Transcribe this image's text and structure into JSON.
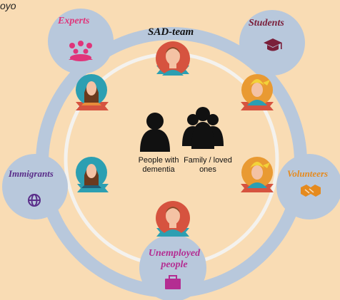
{
  "header": {
    "fragment": "oyo"
  },
  "team": {
    "title": "SAD-team"
  },
  "nodes": {
    "experts": {
      "label": "Experts",
      "icon": "people-group-icon",
      "color": "#e0357a"
    },
    "students": {
      "label": "Students",
      "icon": "graduation-cap-icon",
      "color": "#7a1f3a"
    },
    "immigrants": {
      "label": "Immigrants",
      "icon": "globe-icon",
      "color": "#5a2e8a"
    },
    "volunteers": {
      "label": "Volunteers",
      "icon": "handshake-icon",
      "color": "#e58a1e"
    },
    "unemployed": {
      "label": "Unemployed people",
      "icon": "briefcase-icon",
      "color": "#b42d92"
    }
  },
  "center": {
    "people_label": "People with dementia",
    "family_label": "Family / loved ones"
  },
  "colors": {
    "background": "#f9dcb4",
    "outer_ring": "#b8c8dc",
    "inner_ring": "#f4f2ee",
    "node_circle": "#b8c8dc"
  }
}
